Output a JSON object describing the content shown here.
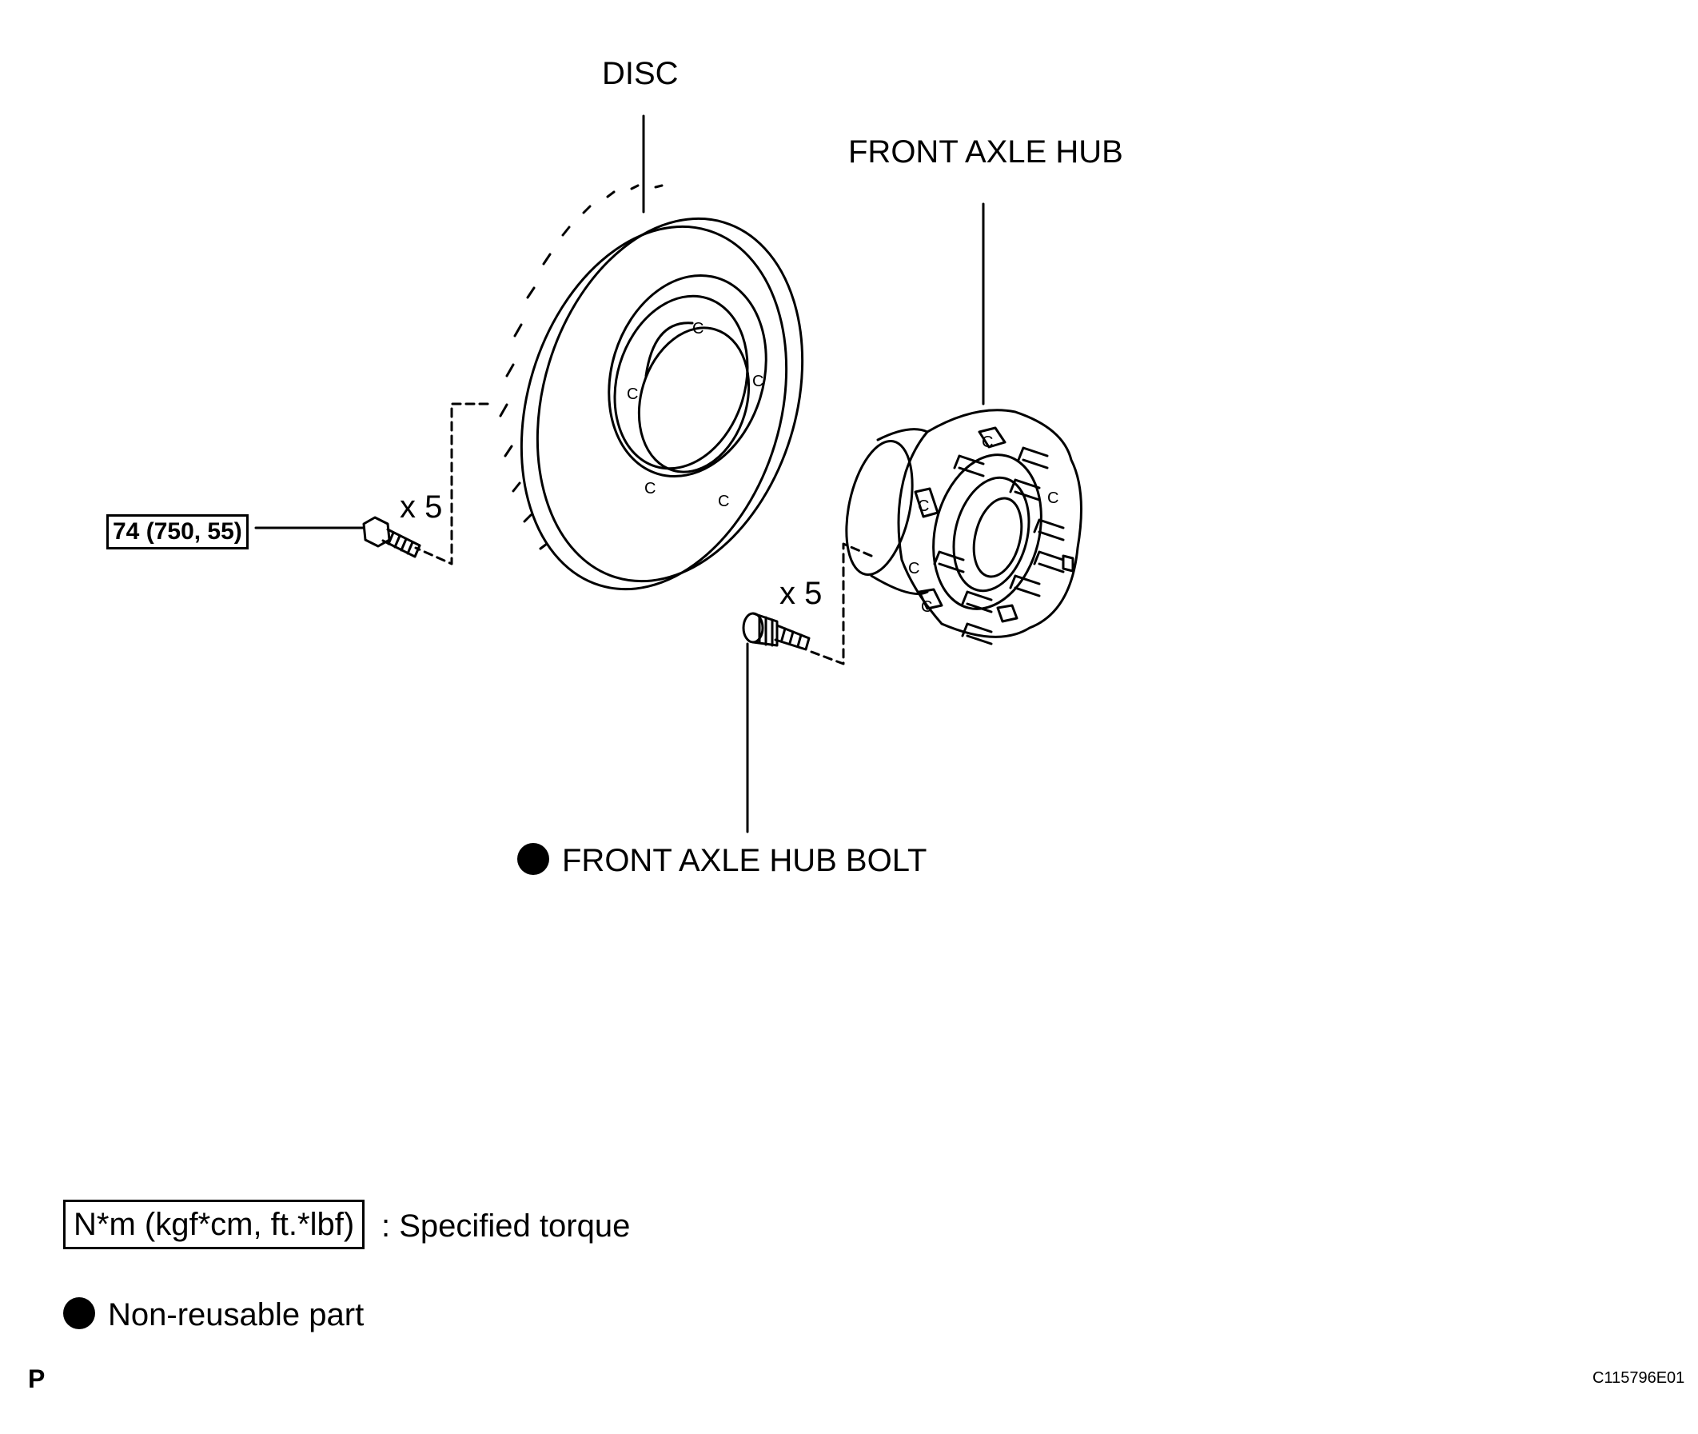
{
  "labels": {
    "disc": "DISC",
    "front_axle_hub": "FRONT AXLE HUB",
    "front_axle_hub_bolt": "FRONT AXLE HUB BOLT",
    "qty_disc_bolts": "x 5",
    "qty_hub_bolts": "x 5"
  },
  "torque": {
    "disc_bolt": "74 (750, 55)"
  },
  "legend": {
    "torque_unit": "N*m (kgf*cm, ft.*lbf)",
    "torque_desc": ": Specified torque",
    "non_reusable": "Non-reusable part"
  },
  "footer": {
    "left_mark": "P",
    "figure_id": "C115796E01"
  },
  "hole_mark": "C",
  "colors": {
    "ink": "#000000",
    "background": "#ffffff"
  }
}
